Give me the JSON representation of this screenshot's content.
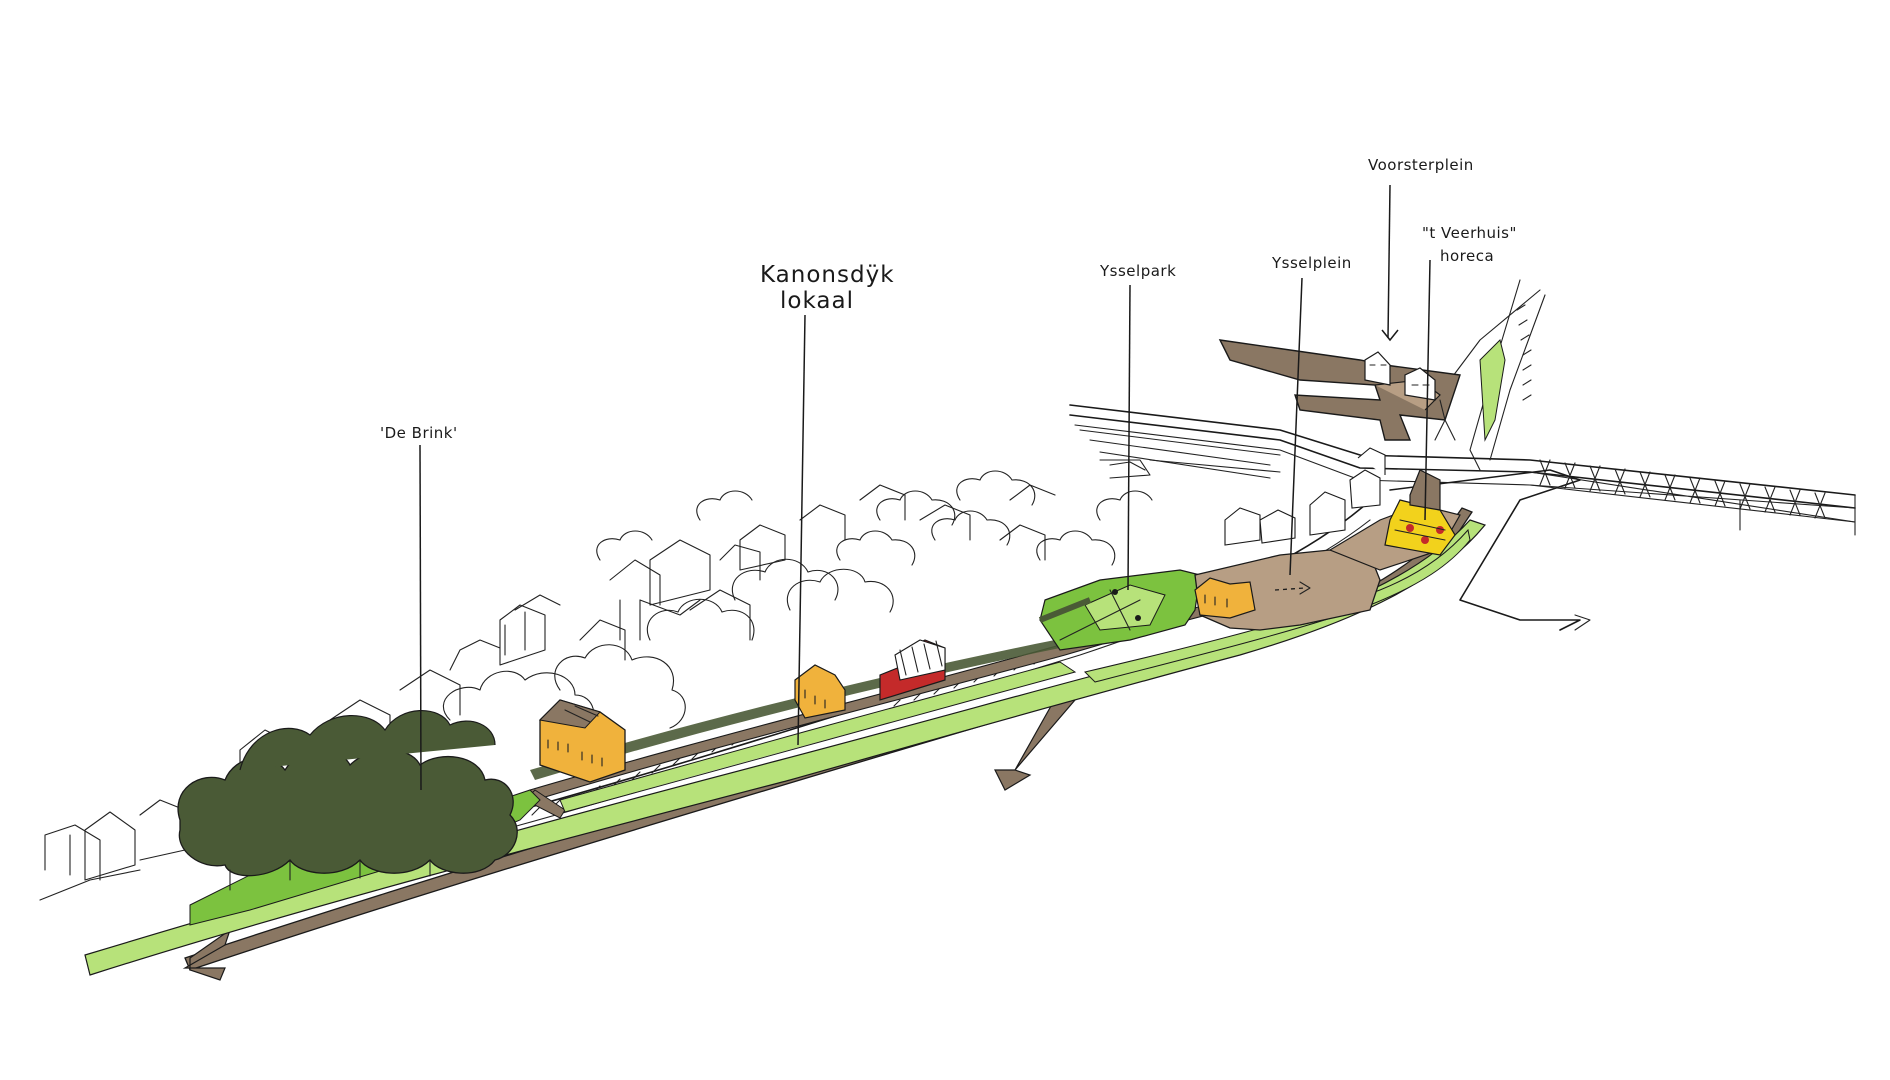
{
  "labels": {
    "de_brink": "'De Brink'",
    "kanonsdijk_line1": "Kanonsdÿk",
    "kanonsdijk_line2": "lokaal",
    "ijsselpark": "Ysselpark",
    "ijsselplein": "Ysselplein",
    "voorsterplein": "Voorsterplein",
    "veerhuis_line1": "\"t Veerhuis\"",
    "veerhuis_line2": "horeca"
  },
  "colors": {
    "ink": "#1a1a1a",
    "grass_light": "#b7e27a",
    "grass_mid": "#7cc23f",
    "tree_dark": "#4a5a36",
    "path_brown": "#8a7763",
    "plaza_tan": "#b79e84",
    "building_yellow": "#f0b23c",
    "building_red": "#c42a2a",
    "veerhuis_yellow": "#f2d21c"
  }
}
